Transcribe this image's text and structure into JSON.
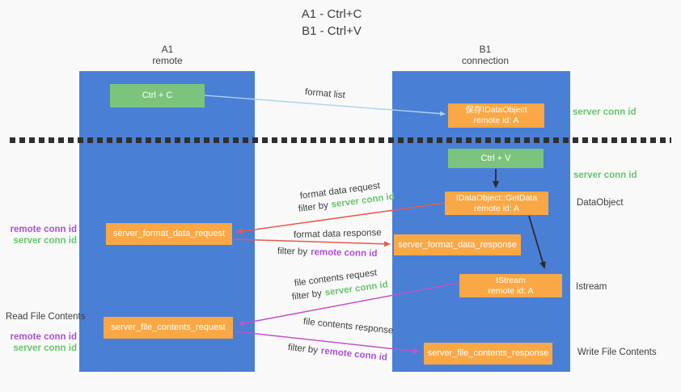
{
  "title": {
    "line1": "A1 - Ctrl+C",
    "line2": "B1 - Ctrl+V"
  },
  "lanes": {
    "left": {
      "name": "A1",
      "role": "remote"
    },
    "right": {
      "name": "B1",
      "role": "connection"
    }
  },
  "nodes": {
    "ctrl_c": {
      "label": "Ctrl + C"
    },
    "ctrl_v": {
      "label": "Ctrl + V"
    },
    "save_dataobject": {
      "line1": "保存IDataObject",
      "line2": "remote id: A"
    },
    "getdata": {
      "line1": "IDataObject::GetData",
      "line2": "remote id: A"
    },
    "istream": {
      "line1": "IStream",
      "line2": "remote id: A"
    },
    "format_request": {
      "label": "server_format_data_request"
    },
    "format_response": {
      "label": "server_format_data_response"
    },
    "file_request": {
      "label": "server_file_contents_request"
    },
    "file_response": {
      "label": "server_file_contents_response"
    }
  },
  "side_labels": {
    "server_conn_id_top": "server conn id",
    "server_conn_id_mid": "server conn id",
    "dataobject": "DataObject",
    "istream": "Istream",
    "write_file_contents": "Write File Contents",
    "read_file_contents": "Read File Contents",
    "remote_conn_id": "remote conn id",
    "server_conn_id": "server conn id"
  },
  "arrow_labels": {
    "format_list": "format list",
    "format_data_request": "format data request",
    "format_data_response": "format data response",
    "file_contents_request": "file contents request",
    "file_contents_response": "file contents response",
    "filter_by": "filter by",
    "server_conn_id": "server conn id",
    "remote_conn_id": "remote conn id"
  },
  "colors": {
    "lane_blue": "#4a7fd6",
    "box_green": "#7cc47e",
    "box_orange": "#f9a845",
    "arrow_blue": "#a9d2ef",
    "arrow_red": "#e8594f",
    "arrow_magenta": "#c353c9",
    "arrow_black": "#2b2b2b",
    "text_green": "#68c46d",
    "text_purple": "#ac4fd2",
    "text_dark": "#3d3d3d"
  }
}
